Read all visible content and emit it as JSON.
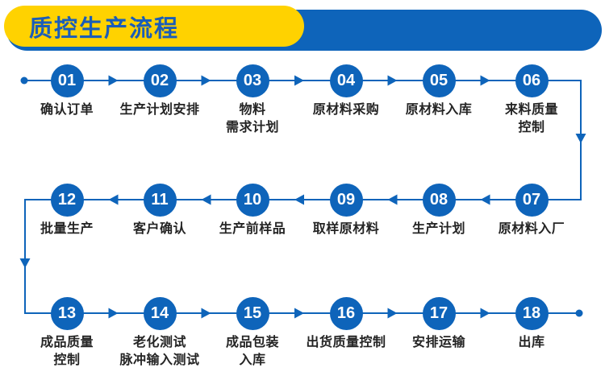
{
  "header": {
    "title": "质控生产流程"
  },
  "flow": {
    "steps": [
      {
        "number": "01",
        "label": "确认订单"
      },
      {
        "number": "02",
        "label": "生产计划安排"
      },
      {
        "number": "03",
        "label": "物料\n需求计划"
      },
      {
        "number": "04",
        "label": "原材料采购"
      },
      {
        "number": "05",
        "label": "原材料入库"
      },
      {
        "number": "06",
        "label": "来料质量\n控制"
      },
      {
        "number": "07",
        "label": "原材料入厂"
      },
      {
        "number": "08",
        "label": "生产计划"
      },
      {
        "number": "09",
        "label": "取样原材料"
      },
      {
        "number": "10",
        "label": "生产前样品"
      },
      {
        "number": "11",
        "label": "客户确认"
      },
      {
        "number": "12",
        "label": "批量生产"
      },
      {
        "number": "13",
        "label": "成品质量\n控制"
      },
      {
        "number": "14",
        "label": "老化测试\n脉冲输入测试"
      },
      {
        "number": "15",
        "label": "成品包装\n入库"
      },
      {
        "number": "16",
        "label": "出货质量控制"
      },
      {
        "number": "17",
        "label": "安排运输"
      },
      {
        "number": "18",
        "label": "出库"
      }
    ]
  },
  "colors": {
    "accent_blue": "#0e64ba",
    "accent_yellow": "#ffd200",
    "title_blue": "#1a5db9",
    "label_text": "#242424"
  }
}
